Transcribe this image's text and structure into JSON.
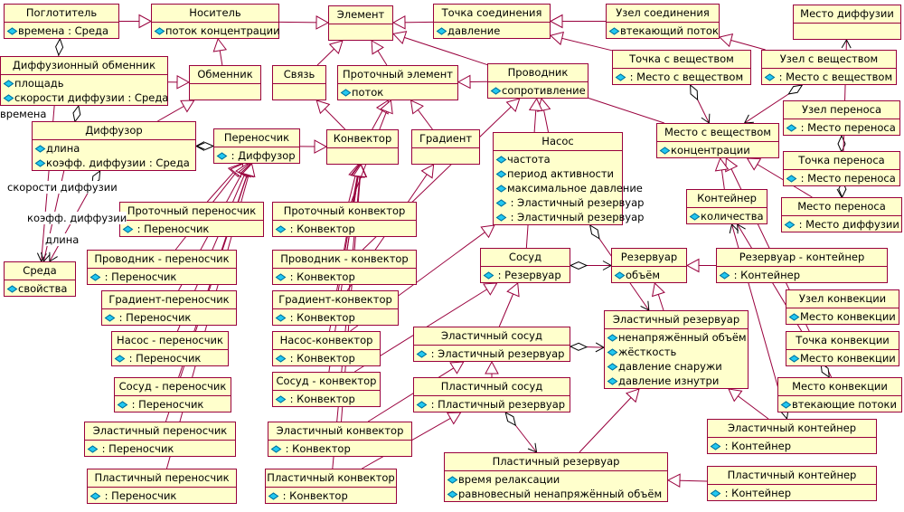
{
  "colors": {
    "box_fill": "#ffffcc",
    "border": "#99003d",
    "line": "#99003d",
    "attr_icon": "#22c8f0"
  },
  "classes": [
    {
      "name": "Поглотитель",
      "attrs": [
        "времена : Среда"
      ]
    },
    {
      "name": "Носитель",
      "attrs": [
        "поток концентрации"
      ]
    },
    {
      "name": "Элемент",
      "attrs": []
    },
    {
      "name": "Точка соединения",
      "attrs": [
        "давление"
      ]
    },
    {
      "name": "Узел соединения",
      "attrs": [
        "втекающий поток"
      ]
    },
    {
      "name": "Место диффузии",
      "attrs": []
    },
    {
      "name": "Диффузионный обменник",
      "attrs": [
        "площадь",
        "скорости диффузии : Среда"
      ]
    },
    {
      "name": "Обменник",
      "attrs": []
    },
    {
      "name": "Связь",
      "attrs": []
    },
    {
      "name": "Проточный элемент",
      "attrs": [
        "поток"
      ]
    },
    {
      "name": "Проводник",
      "attrs": [
        "сопротивление"
      ]
    },
    {
      "name": "Точка с веществом",
      "attrs": [
        " : Место с веществом"
      ]
    },
    {
      "name": "Узел с веществом",
      "attrs": [
        " : Место с веществом"
      ]
    },
    {
      "name": "Диффузор",
      "attrs": [
        "длина",
        "коэфф. диффузии : Среда"
      ]
    },
    {
      "name": "Переносчик",
      "attrs": [
        " : Диффузор"
      ]
    },
    {
      "name": "Конвектор",
      "attrs": []
    },
    {
      "name": "Градиент",
      "attrs": []
    },
    {
      "name": "Насос",
      "attrs": [
        "частота",
        "период активности",
        "максимальное давление",
        " : Эластичный резервуар",
        " : Эластичный резервуар"
      ]
    },
    {
      "name": "Место с веществом",
      "attrs": [
        "концентрации"
      ]
    },
    {
      "name": "Узел переноса",
      "attrs": [
        " : Место переноса"
      ]
    },
    {
      "name": "Точка переноса",
      "attrs": [
        " : Место переноса"
      ]
    },
    {
      "name": "Место переноса",
      "attrs": [
        " : Место диффузии"
      ]
    },
    {
      "name": "Контейнер",
      "attrs": [
        "количества"
      ]
    },
    {
      "name": "Проточный переносчик",
      "attrs": [
        " : Переносчик"
      ]
    },
    {
      "name": "Проточный конвектор",
      "attrs": [
        " : Конвектор"
      ]
    },
    {
      "name": "Среда",
      "attrs": [
        "свойства"
      ]
    },
    {
      "name": "Проводник - переносчик",
      "attrs": [
        " : Переносчик"
      ]
    },
    {
      "name": "Проводник - конвектор",
      "attrs": [
        " : Конвектор"
      ]
    },
    {
      "name": "Сосуд",
      "attrs": [
        " : Резервуар"
      ]
    },
    {
      "name": "Резервуар",
      "attrs": [
        "объём"
      ]
    },
    {
      "name": "Резервуар - контейнер",
      "attrs": [
        " : Контейнер"
      ]
    },
    {
      "name": "Градиент-переносчик",
      "attrs": [
        " : Переносчик"
      ]
    },
    {
      "name": "Градиент-конвектор",
      "attrs": [
        " : Конвектор"
      ]
    },
    {
      "name": "Эластичный резервуар",
      "attrs": [
        "ненапряжённый объём",
        "жёсткость",
        "давление снаружи",
        "давление изнутри"
      ]
    },
    {
      "name": "Узел конвекции",
      "attrs": [
        "Место конвекции"
      ]
    },
    {
      "name": "Точка конвекции",
      "attrs": [
        "Место конвекции"
      ]
    },
    {
      "name": "Насос - переносчик",
      "attrs": [
        " : Переносчик"
      ]
    },
    {
      "name": "Насос-конвектор",
      "attrs": [
        " : Конвектор"
      ]
    },
    {
      "name": "Эластичный сосуд",
      "attrs": [
        " : Эластичный резервуар"
      ]
    },
    {
      "name": "Место конвекции",
      "attrs": [
        "втекающие потоки"
      ]
    },
    {
      "name": "Сосуд - переносчик",
      "attrs": [
        " : Переносчик"
      ]
    },
    {
      "name": "Сосуд - конвектор",
      "attrs": [
        " : Конвектор"
      ]
    },
    {
      "name": "Пластичный сосуд",
      "attrs": [
        " : Пластичный резервуар"
      ]
    },
    {
      "name": "Эластичный переносчик",
      "attrs": [
        " : Переносчик"
      ]
    },
    {
      "name": "Эластичный конвектор",
      "attrs": [
        " : Конвектор"
      ]
    },
    {
      "name": "Эластичный контейнер",
      "attrs": [
        " : Контейнер"
      ]
    },
    {
      "name": "Пластичный резервуар",
      "attrs": [
        "время релаксации",
        "равновесный ненапряжённый объём"
      ]
    },
    {
      "name": "Пластичный переносчик",
      "attrs": [
        " : Переносчик"
      ]
    },
    {
      "name": "Пластичный конвектор",
      "attrs": [
        " : Конвектор"
      ]
    },
    {
      "name": "Пластичный контейнер",
      "attrs": [
        " : Контейнер"
      ]
    }
  ],
  "roles": [
    "времена",
    "длина",
    "скорости диффузии",
    "коэфф. диффузии"
  ],
  "relations": [
    {
      "from": "Поглотитель",
      "to": "Носитель",
      "type": "generalization"
    },
    {
      "from": "Носитель",
      "to": "Элемент",
      "type": "generalization"
    },
    {
      "from": "Диффузионный обменник",
      "to": "Обменник",
      "type": "generalization"
    },
    {
      "from": "Обменник",
      "to": "Носитель",
      "type": "generalization"
    },
    {
      "from": "Связь",
      "to": "Элемент",
      "type": "generalization"
    },
    {
      "from": "Проточный элемент",
      "to": "Элемент",
      "type": "generalization"
    },
    {
      "from": "Проводник",
      "to": "Проточный элемент",
      "type": "generalization"
    },
    {
      "from": "Точка соединения",
      "to": "Элемент",
      "type": "generalization"
    },
    {
      "from": "Узел соединения",
      "to": "Точка соединения",
      "type": "generalization"
    },
    {
      "from": "Точка с веществом",
      "to": "Точка соединения",
      "type": "generalization"
    },
    {
      "from": "Узел с веществом",
      "to": "Узел соединения",
      "type": "generalization"
    },
    {
      "from": "Диффузор",
      "to": "Обменник",
      "type": "generalization"
    },
    {
      "from": "Переносчик",
      "to": "Конвектор",
      "type": "generalization"
    },
    {
      "from": "Конвектор",
      "to": "Связь",
      "type": "generalization"
    },
    {
      "from": "Конвектор",
      "to": "Проточный элемент",
      "type": "generalization"
    },
    {
      "from": "Градиент",
      "to": "Проточный элемент",
      "type": "generalization"
    },
    {
      "from": "Насос",
      "to": "Проводник",
      "type": "generalization"
    },
    {
      "from": "Место с веществом",
      "to": "Элемент",
      "type": "generalization"
    },
    {
      "from": "Место переноса",
      "to": "Место с веществом",
      "type": "generalization"
    },
    {
      "from": "Место конвекции",
      "to": "Место с веществом",
      "type": "generalization"
    },
    {
      "from": "Контейнер",
      "to": "Место с веществом",
      "type": "generalization"
    },
    {
      "from": "Сосуд",
      "to": "Проводник",
      "type": "generalization"
    },
    {
      "from": "Резервуар - контейнер",
      "to": "Резервуар",
      "type": "generalization"
    },
    {
      "from": "Эластичный резервуар",
      "to": "Резервуар",
      "type": "generalization"
    },
    {
      "from": "Пластичный резервуар",
      "to": "Эластичный резервуар",
      "type": "generalization"
    },
    {
      "from": "Эластичный сосуд",
      "to": "Сосуд",
      "type": "generalization"
    },
    {
      "from": "Пластичный сосуд",
      "to": "Эластичный сосуд",
      "type": "generalization"
    },
    {
      "from": "Эластичный контейнер",
      "to": "Эластичный резервуар",
      "type": "generalization"
    },
    {
      "from": "Пластичный контейнер",
      "to": "Пластичный резервуар",
      "type": "generalization"
    },
    {
      "from": "Проточный переносчик",
      "to": "Переносчик",
      "type": "generalization"
    },
    {
      "from": "Проводник - переносчик",
      "to": "Переносчик",
      "type": "generalization"
    },
    {
      "from": "Градиент-переносчик",
      "to": "Переносчик",
      "type": "generalization"
    },
    {
      "from": "Насос - переносчик",
      "to": "Переносчик",
      "type": "generalization"
    },
    {
      "from": "Сосуд - переносчик",
      "to": "Переносчик",
      "type": "generalization"
    },
    {
      "from": "Эластичный переносчик",
      "to": "Переносчик",
      "type": "generalization"
    },
    {
      "from": "Пластичный переносчик",
      "to": "Переносчик",
      "type": "generalization"
    },
    {
      "from": "Проточный конвектор",
      "to": "Конвектор",
      "type": "generalization"
    },
    {
      "from": "Проводник - конвектор",
      "to": "Конвектор",
      "type": "generalization"
    },
    {
      "from": "Градиент-конвектор",
      "to": "Конвектор",
      "type": "generalization"
    },
    {
      "from": "Насос-конвектор",
      "to": "Конвектор",
      "type": "generalization"
    },
    {
      "from": "Сосуд - конвектор",
      "to": "Конвектор",
      "type": "generalization"
    },
    {
      "from": "Эластичный конвектор",
      "to": "Конвектор",
      "type": "generalization"
    },
    {
      "from": "Пластичный конвектор",
      "to": "Конвектор",
      "type": "generalization"
    },
    {
      "from": "Проточный конвектор",
      "to": "Проточный элемент",
      "type": "generalization"
    },
    {
      "from": "Проводник - конвектор",
      "to": "Проводник",
      "type": "generalization"
    },
    {
      "from": "Градиент-конвектор",
      "to": "Градиент",
      "type": "generalization"
    },
    {
      "from": "Насос-конвектор",
      "to": "Насос",
      "type": "generalization"
    },
    {
      "from": "Сосуд - конвектор",
      "to": "Сосуд",
      "type": "generalization"
    },
    {
      "from": "Эластичный конвектор",
      "to": "Эластичный сосуд",
      "type": "generalization"
    },
    {
      "from": "Пластичный конвектор",
      "to": "Пластичный сосуд",
      "type": "generalization"
    },
    {
      "from": "Поглотитель",
      "to": "Среда",
      "type": "aggregation"
    },
    {
      "from": "Диффузионный обменник",
      "to": "Среда",
      "type": "aggregation"
    },
    {
      "from": "Диффузор",
      "to": "Среда",
      "type": "aggregation"
    },
    {
      "from": "Переносчик",
      "to": "Диффузор",
      "type": "aggregation"
    },
    {
      "from": "Сосуд",
      "to": "Резервуар",
      "type": "aggregation"
    },
    {
      "from": "Эластичный сосуд",
      "to": "Эластичный резервуар",
      "type": "aggregation"
    },
    {
      "from": "Пластичный сосуд",
      "to": "Пластичный резервуар",
      "type": "aggregation"
    },
    {
      "from": "Насос",
      "to": "Эластичный резервуар",
      "type": "aggregation"
    },
    {
      "from": "Точка с веществом",
      "to": "Место с веществом",
      "type": "aggregation"
    },
    {
      "from": "Узел с веществом",
      "to": "Место с веществом",
      "type": "aggregation"
    },
    {
      "from": "Узел переноса",
      "to": "Место переноса",
      "type": "aggregation"
    },
    {
      "from": "Место переноса",
      "to": "Место диффузии",
      "type": "aggregation"
    },
    {
      "from": "Место конвекции",
      "to": "Контейнер",
      "type": "aggregation"
    },
    {
      "from": "Эластичный контейнер",
      "to": "Контейнер",
      "type": "aggregation"
    }
  ]
}
